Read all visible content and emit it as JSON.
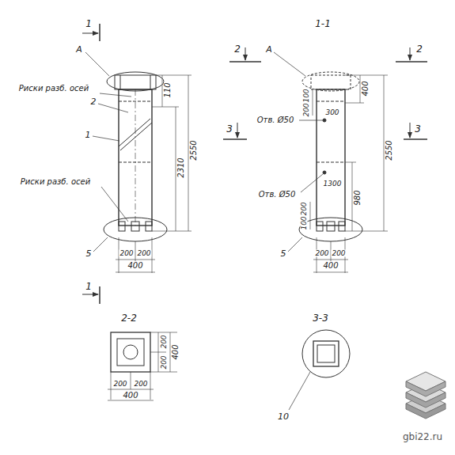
{
  "diagram": {
    "labels": [
      "1",
      "A",
      "Риски разб. осей",
      "2",
      "1",
      "110",
      "2310",
      "2550",
      "Риски разб. осей",
      "5",
      "200",
      "200",
      "400",
      "1",
      "1-1",
      "2",
      "A",
      "2",
      "400",
      "100",
      "200",
      "Отв. Ø50",
      "300",
      "2550",
      "3",
      "3",
      "1300",
      "Отв. Ø50",
      "980",
      "200",
      "100",
      "5",
      "200",
      "200",
      "400",
      "2-2",
      "200",
      "200",
      "400",
      "200",
      "200",
      "400",
      "3-3",
      "10",
      "gbi22.ru"
    ]
  }
}
